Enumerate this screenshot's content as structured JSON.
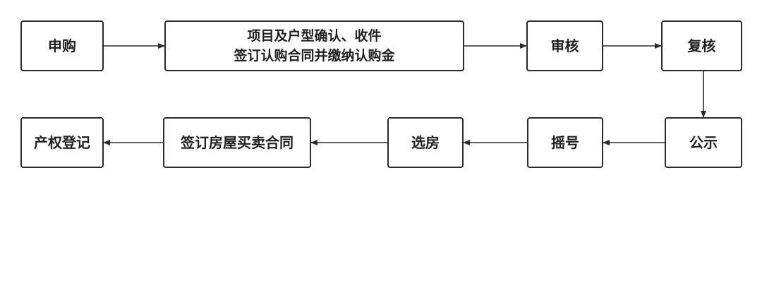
{
  "diagram": {
    "nodes": [
      {
        "id": "apply",
        "label": "申购"
      },
      {
        "id": "confirm",
        "label": "项目及户型确认、收件\n签订认购合同并缴纳认购金"
      },
      {
        "id": "review",
        "label": "审核"
      },
      {
        "id": "recheck",
        "label": "复核"
      },
      {
        "id": "publicity",
        "label": "公示"
      },
      {
        "id": "lottery",
        "label": "摇号"
      },
      {
        "id": "select",
        "label": "选房"
      },
      {
        "id": "contract",
        "label": "签订房屋买卖合同"
      },
      {
        "id": "register",
        "label": "产权登记"
      }
    ],
    "edges": [
      {
        "from": "apply",
        "to": "confirm"
      },
      {
        "from": "confirm",
        "to": "review"
      },
      {
        "from": "review",
        "to": "recheck"
      },
      {
        "from": "recheck",
        "to": "publicity"
      },
      {
        "from": "publicity",
        "to": "lottery"
      },
      {
        "from": "lottery",
        "to": "select"
      },
      {
        "from": "select",
        "to": "contract"
      },
      {
        "from": "contract",
        "to": "register"
      }
    ],
    "colors": {
      "border": "#2b2b2b",
      "text": "#1f1f1f",
      "background": "#ffffff"
    }
  }
}
